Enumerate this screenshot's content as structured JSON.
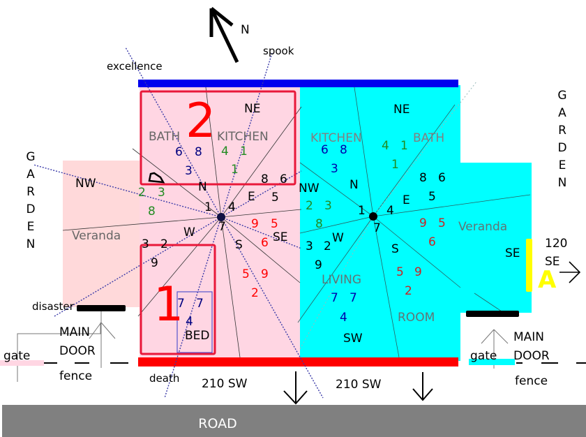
{
  "compass": {
    "north_label": "N"
  },
  "sectors": {
    "top": "spook",
    "upper_left": "excellence",
    "lower_left": "disaster",
    "bottom": "death"
  },
  "garden": {
    "left": [
      "G",
      "A",
      "R",
      "D",
      "E",
      "N"
    ],
    "right": [
      "G",
      "A",
      "R",
      "D",
      "E",
      "N"
    ]
  },
  "left_house": {
    "rooms": {
      "bath": "BATH",
      "kitchen": "KITCHEN",
      "veranda": "Veranda",
      "bed": "BED"
    },
    "markers": {
      "room2": "2",
      "room1": "1"
    },
    "directions": {
      "ne": "NE",
      "nw": "NW",
      "n": "N",
      "e": "E",
      "w": "W",
      "s": "S",
      "se": "SE"
    },
    "grid": {
      "n_blue": [
        "6",
        "8",
        "3"
      ],
      "ne_green": [
        "4",
        "1",
        "1"
      ],
      "e_black": [
        "8",
        "6",
        "5"
      ],
      "nw_green": [
        "2",
        "3",
        "8"
      ],
      "center": [
        "1",
        "4",
        "7"
      ],
      "se_red": [
        "9",
        "5",
        "6"
      ],
      "w_black": [
        "3",
        "2",
        "9"
      ],
      "s_red": [
        "5",
        "9",
        "2"
      ],
      "bed_blue": [
        "7",
        "7",
        "4"
      ]
    },
    "main_door": [
      "MAIN",
      "DOOR"
    ],
    "gate": "gate",
    "fence": "fence",
    "facing": "210 SW"
  },
  "right_house": {
    "rooms": {
      "kitchen": "KITCHEN",
      "bath": "BATH",
      "veranda": "Veranda",
      "living": "LIVING",
      "room": "ROOM"
    },
    "directions": {
      "ne": "NE",
      "nw": "NW",
      "n": "N",
      "e": "E",
      "w": "W",
      "s": "S",
      "se": "SE",
      "sw": "SW"
    },
    "grid": {
      "n_blue": [
        "6",
        "8",
        "3"
      ],
      "ne_green": [
        "4",
        "1",
        "1"
      ],
      "e_black": [
        "8",
        "6",
        "5"
      ],
      "nw_green": [
        "2",
        "3",
        "8"
      ],
      "center": [
        "1",
        "4",
        "7"
      ],
      "se_red": [
        "9",
        "5",
        "6"
      ],
      "w_black": [
        "3",
        "2",
        "9"
      ],
      "s_red": [
        "5",
        "9",
        "2"
      ],
      "sw_blue": [
        "7",
        "7",
        "4"
      ]
    },
    "main_door": [
      "MAIN",
      "DOOR"
    ],
    "gate": "gate",
    "fence": "fence",
    "facing": "210 SW",
    "side_entry": {
      "degrees": "120",
      "dir": "SE",
      "marker": "A"
    }
  },
  "road": "ROAD",
  "colors": {
    "left_fill": "#ffd6e3",
    "left_veranda": "#ffd9da",
    "right_fill": "#00ffff",
    "north_wall": "#0000ee",
    "south_wall": "#ff0000",
    "room_border": "#e8183a",
    "road": "#808080",
    "yellow": "#ffff00"
  }
}
